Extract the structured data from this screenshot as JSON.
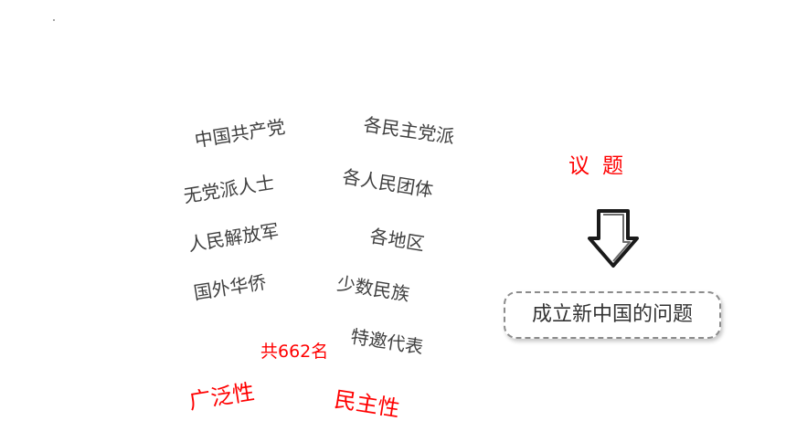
{
  "words": [
    "中国共产党",
    "各民主党派",
    "无党派人士",
    "各人民团体",
    "人民解放军",
    "各地区",
    "国外华侨",
    "少数民族",
    "特邀代表"
  ],
  "total_label": "共662名",
  "traits": [
    "广泛性",
    "民主性"
  ],
  "topic_label": "议题",
  "question_box": "成立新中国的问题",
  "colors": {
    "accent_red": "#ff0000",
    "text_gray": "#3f3f3f",
    "box_border": "#8c8c8c"
  },
  "icons": {
    "arrow": "down-arrow-icon"
  }
}
